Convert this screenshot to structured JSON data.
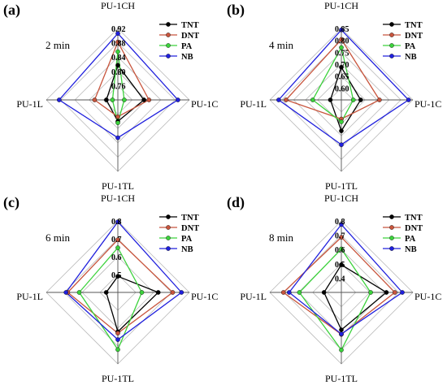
{
  "colors": {
    "TNT": "#000000",
    "DNT": "#c8553d",
    "PA": "#3cd23c",
    "NB": "#2020dd",
    "grid": "#bbbbbb"
  },
  "chart_data": [
    {
      "type": "radar",
      "panel_label": "(a)",
      "time_label": "2 min",
      "axes": [
        "PU-1CH",
        "PU-1C",
        "PU-1TL",
        "PU-1L"
      ],
      "rmin": 0.72,
      "rmax": 0.92,
      "ticks": [
        0.76,
        0.8,
        0.84,
        0.88,
        0.92
      ],
      "tick_labels": [
        "0.76",
        "0.80",
        "0.84",
        "0.88",
        "0.92"
      ],
      "series": [
        {
          "name": "TNT",
          "values": [
            0.817,
            0.793,
            0.78,
            0.752
          ]
        },
        {
          "name": "DNT",
          "values": [
            0.882,
            0.807,
            0.767,
            0.785
          ]
        },
        {
          "name": "PA",
          "values": [
            0.855,
            0.738,
            0.784,
            0.735
          ]
        },
        {
          "name": "NB",
          "values": [
            0.906,
            0.888,
            0.826,
            0.884
          ]
        }
      ]
    },
    {
      "type": "radar",
      "panel_label": "(b)",
      "time_label": "4 min",
      "axes": [
        "PU-1CH",
        "PU-1C",
        "PU-1TL",
        "PU-1L"
      ],
      "rmin": 0.55,
      "rmax": 0.85,
      "ticks": [
        0.6,
        0.65,
        0.7,
        0.75,
        0.8,
        0.85
      ],
      "tick_labels": [
        "0.60",
        "0.65",
        "0.70",
        "0.75",
        "0.80",
        "0.85"
      ],
      "series": [
        {
          "name": "TNT",
          "values": [
            0.687,
            0.631,
            0.68,
            0.596
          ]
        },
        {
          "name": "DNT",
          "values": [
            0.804,
            0.71,
            0.63,
            0.782
          ]
        },
        {
          "name": "PA",
          "values": [
            0.77,
            0.6,
            0.642,
            0.67
          ]
        },
        {
          "name": "NB",
          "values": [
            0.844,
            0.832,
            0.738,
            0.813
          ]
        }
      ]
    },
    {
      "type": "radar",
      "panel_label": "(c)",
      "time_label": "6 min",
      "axes": [
        "PU-1CH",
        "PU-1C",
        "PU-1TL",
        "PU-1L"
      ],
      "rmin": 0.4,
      "rmax": 0.8,
      "ticks": [
        0.5,
        0.6,
        0.7,
        0.8
      ],
      "tick_labels": [
        "0.5",
        "0.6",
        "0.7",
        "0.8"
      ],
      "series": [
        {
          "name": "TNT",
          "values": [
            0.49,
            0.626,
            0.62,
            0.465
          ]
        },
        {
          "name": "DNT",
          "values": [
            0.695,
            0.707,
            0.628,
            0.68
          ]
        },
        {
          "name": "PA",
          "values": [
            0.65,
            0.534,
            0.72,
            0.616
          ]
        },
        {
          "name": "NB",
          "values": [
            0.795,
            0.756,
            0.664,
            0.69
          ]
        }
      ]
    },
    {
      "type": "radar",
      "panel_label": "(d)",
      "time_label": "8 min",
      "axes": [
        "PU-1CH",
        "PU-1C",
        "PU-1TL",
        "PU-1L"
      ],
      "rmin": 0.3,
      "rmax": 0.8,
      "ticks": [
        0.4,
        0.5,
        0.6,
        0.7,
        0.8
      ],
      "tick_labels": [
        "0.4",
        "0.5",
        "0.6",
        "0.7",
        "0.8"
      ],
      "series": [
        {
          "name": "TNT",
          "values": [
            0.494,
            0.615,
            0.562,
            0.421
          ]
        },
        {
          "name": "DNT",
          "values": [
            0.686,
            0.674,
            0.594,
            0.705
          ]
        },
        {
          "name": "PA",
          "values": [
            0.604,
            0.505,
            0.703,
            0.593
          ]
        },
        {
          "name": "NB",
          "values": [
            0.775,
            0.726,
            0.591,
            0.665
          ]
        }
      ]
    }
  ]
}
